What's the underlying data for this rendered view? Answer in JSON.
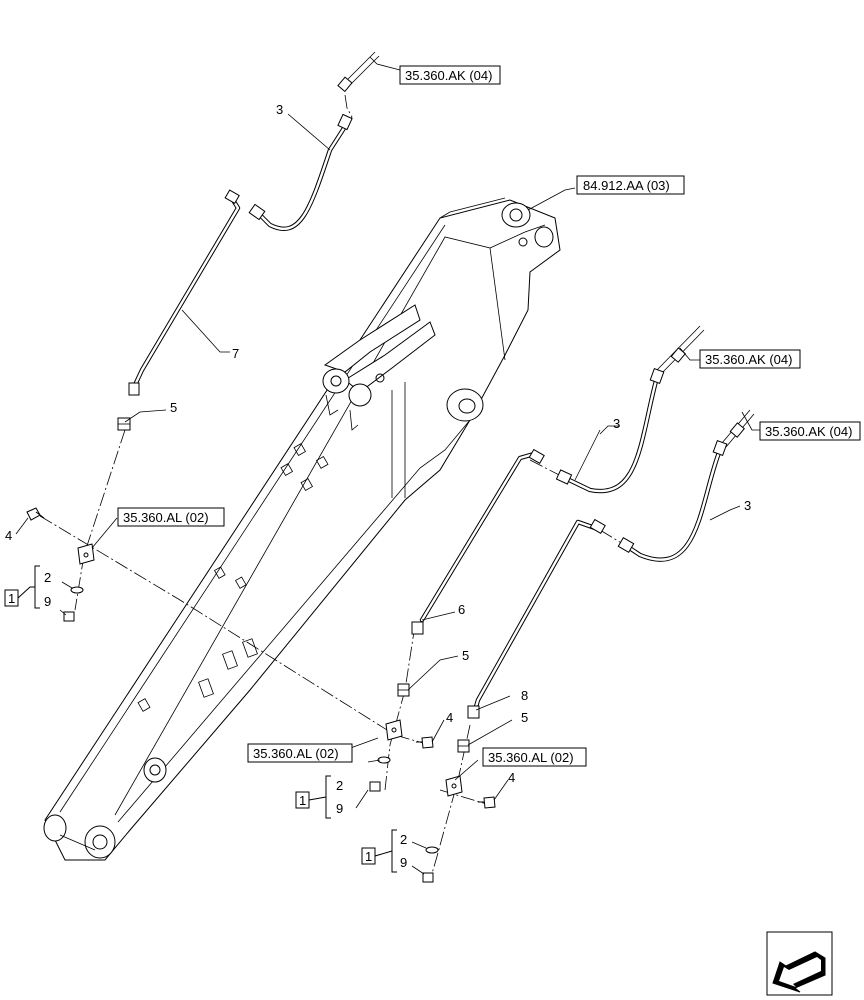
{
  "references": {
    "top": "35.360.AK (04)",
    "boom": "84.912.AA (03)",
    "right_1": "35.360.AK (04)",
    "right_2": "35.360.AK (04)",
    "clamp_left": "35.360.AL (02)",
    "clamp_mid": "35.360.AL (02)",
    "clamp_right": "35.360.AL (02)"
  },
  "callouts": {
    "hose_top": "3",
    "pipe_left": "7",
    "fitting_left": "5",
    "bolt_left": "4",
    "hose_mid": "3",
    "hose_right": "3",
    "pipe_mid": "6",
    "fitting_mid": "5",
    "bolt_mid": "4",
    "pipe_right": "8",
    "fitting_right": "5",
    "bolt_right": "4"
  },
  "kits": [
    {
      "box": "1",
      "items": [
        "2",
        "9"
      ]
    },
    {
      "box": "1",
      "items": [
        "2",
        "9"
      ]
    },
    {
      "box": "1",
      "items": [
        "2",
        "9"
      ]
    }
  ],
  "icons": {
    "navigation": "direction-arrow-icon"
  }
}
